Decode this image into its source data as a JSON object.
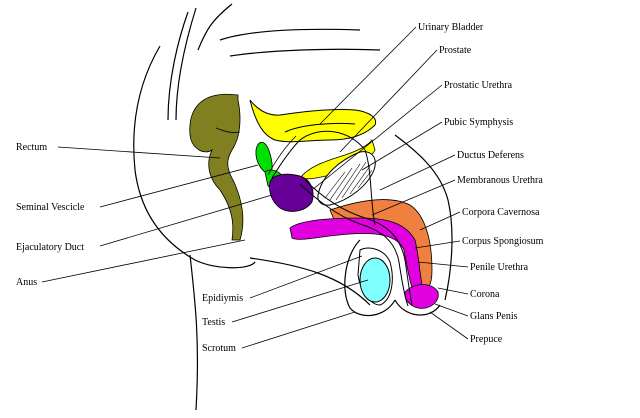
{
  "labels": {
    "urinary_bladder": "Urinary Bladder",
    "prostate": "Prostate",
    "prostatic_urethra": "Prostatic Urethra",
    "pubic_symphysis": "Pubic Symphysis",
    "ductus_deferens": "Ductus Deferens",
    "membranous_urethra": "Membranous Urethra",
    "corpora_cavernosa": "Corpora Cavernosa",
    "corpus_spongiosum": "Corpus Spongiosum",
    "penile_urethra": "Penile Urethra",
    "corona": "Corona",
    "glans_penis": "Glans Penis",
    "prepuce": "Prepuce",
    "rectum": "Rectum",
    "seminal_vesicle": "Seminal Vescicle",
    "ejaculatory_duct": "Ejaculatory Duct",
    "anus": "Anus",
    "epididymis": "Epidiymis",
    "testis": "Testis",
    "scrotum": "Scrotum"
  },
  "colors": {
    "bladder": "#ffff00",
    "seminal_vesicle": "#00e000",
    "prostate": "#660099",
    "rectum": "#808020",
    "corpora_cavernosa": "#f08040",
    "corpus_spongiosum": "#e000e0",
    "testis": "#80ffff",
    "outline": "#000000"
  }
}
